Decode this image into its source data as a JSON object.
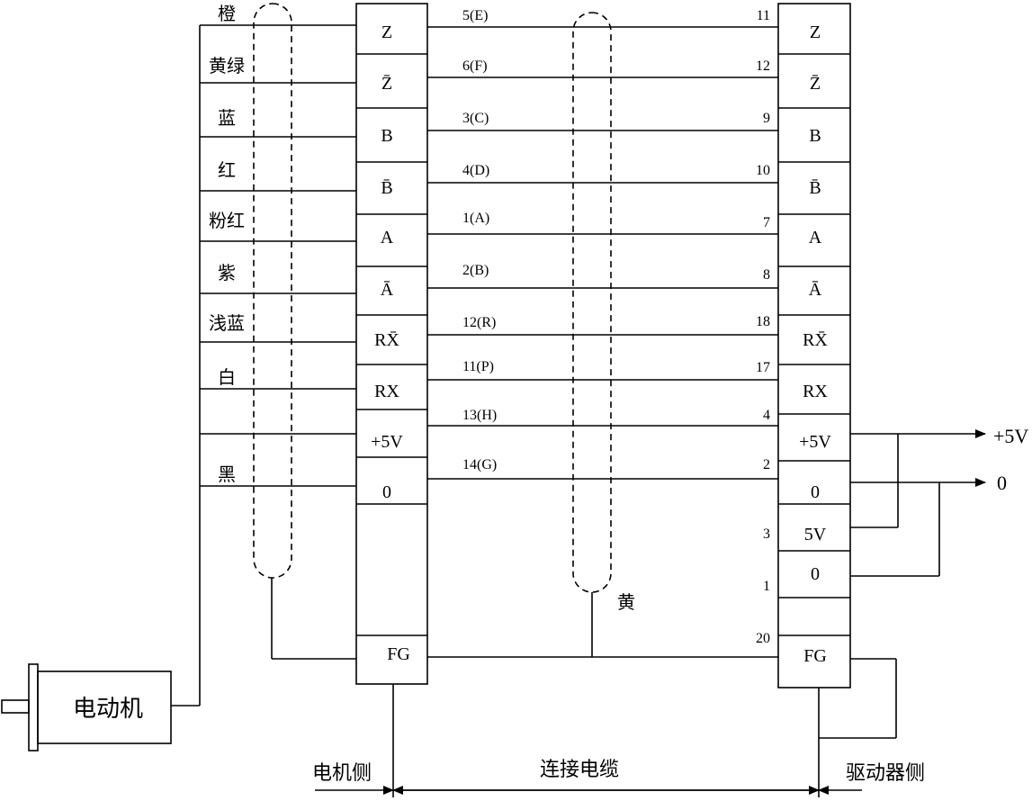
{
  "motor_label": "电动机",
  "motor_wire_colors": [
    "橙",
    "黄绿",
    "蓝",
    "红",
    "粉红",
    "紫",
    "浅蓝",
    "白",
    "",
    "黑"
  ],
  "motor_pins": [
    "Z",
    "Z̄",
    "B",
    "B̄",
    "A",
    "Ā",
    "RX̄",
    "RX",
    "+5V",
    "0"
  ],
  "motor_fg": "FG",
  "cable_wires": [
    {
      "cable": "5(E)",
      "driver": "11"
    },
    {
      "cable": "6(F)",
      "driver": "12"
    },
    {
      "cable": "3(C)",
      "driver": "9"
    },
    {
      "cable": "4(D)",
      "driver": "10"
    },
    {
      "cable": "1(A)",
      "driver": "7"
    },
    {
      "cable": "2(B)",
      "driver": "8"
    },
    {
      "cable": "12(R)",
      "driver": "18"
    },
    {
      "cable": "11(P)",
      "driver": "17"
    },
    {
      "cable": "13(H)",
      "driver": "4"
    },
    {
      "cable": "14(G)",
      "driver": "2"
    }
  ],
  "driver_pins": [
    "Z",
    "Z̄",
    "B",
    "B̄",
    "A",
    "Ā",
    "RX̄",
    "RX",
    "+5V",
    "0",
    "5V",
    "0",
    "",
    "FG"
  ],
  "driver_extra_numbers": [
    "3",
    "1",
    "20"
  ],
  "shield_color_label": "黄",
  "output_labels": [
    "+5V",
    "0"
  ],
  "sections": {
    "motor_side": "电机侧",
    "cable": "连接电缆",
    "driver_side": "驱动器侧"
  }
}
